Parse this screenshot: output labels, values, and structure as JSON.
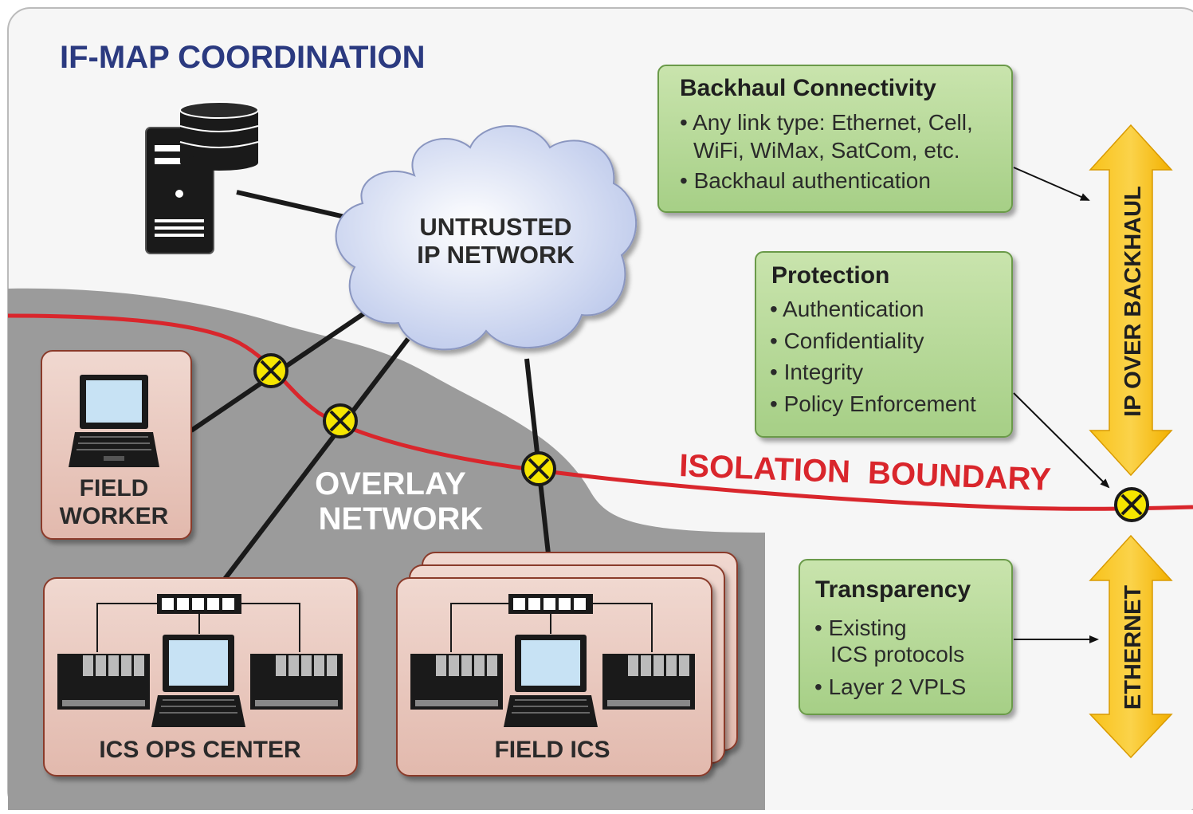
{
  "title": "IF-MAP COORDINATION",
  "cloud": {
    "line1": "UNTRUSTED",
    "line2": "IP NETWORK"
  },
  "overlay": {
    "line1": "OVERLAY",
    "line2": "NETWORK"
  },
  "field_worker": {
    "line1": "FIELD",
    "line2": "WORKER"
  },
  "ics_ops_center": {
    "label": "ICS OPS CENTER"
  },
  "field_ics": {
    "label": "FIELD ICS"
  },
  "boxes": {
    "backhaul": {
      "heading": "Backhaul Connectivity",
      "lines": [
        "• Any link type: Ethernet, Cell,",
        "WiFi, WiMax, SatCom, etc.",
        "• Backhaul authentication"
      ]
    },
    "protection": {
      "heading": "Protection",
      "lines": [
        "• Authentication",
        "• Confidentiality",
        "• Integrity",
        "• Policy Enforcement"
      ]
    },
    "transparency": {
      "heading": "Transparency",
      "lines": [
        "• Existing",
        "ICS protocols",
        "• Layer 2 VPLS"
      ]
    }
  },
  "isolation_label": "ISOLATION  BOUNDARY",
  "arrows": {
    "top": "IP OVER BACKHAUL",
    "bottom": "ETHERNET"
  },
  "colors": {
    "title": "#2b3a80",
    "boundary": "#d9262c",
    "green_box": "#b7d99a",
    "node_box": "#e8c8be",
    "arrow": "#f5b800",
    "overlay_gray": "#9a9a9a",
    "crossing_marker": "#f6e600"
  }
}
